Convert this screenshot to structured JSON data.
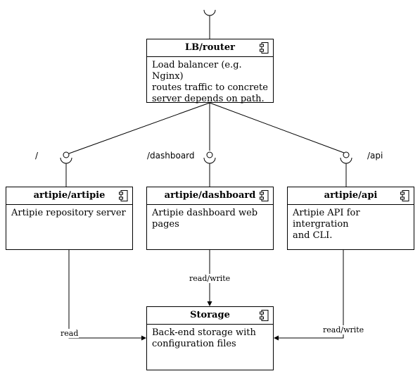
{
  "nodes": {
    "router": {
      "title": "LB/router",
      "desc": [
        "Load balancer (e.g. Nginx)",
        "routes traffic to concrete",
        "server depends on path."
      ]
    },
    "artipie": {
      "title": "artipie/artipie",
      "desc": [
        "Artipie repository server"
      ]
    },
    "dashboard": {
      "title": "artipie/dashboard",
      "desc": [
        "Artipie dashboard web",
        "pages"
      ]
    },
    "api": {
      "title": "artipie/api",
      "desc": [
        "Artipie API for intergration",
        "and CLI."
      ]
    },
    "storage": {
      "title": "Storage",
      "desc": [
        "Back-end storage with",
        "configuration files"
      ]
    }
  },
  "interfaces": {
    "root": "/",
    "dashboard": "/dashboard",
    "api": "/api"
  },
  "edges": {
    "artipie_storage": "read",
    "dashboard_storage": "read/write",
    "api_storage": "read/write"
  }
}
